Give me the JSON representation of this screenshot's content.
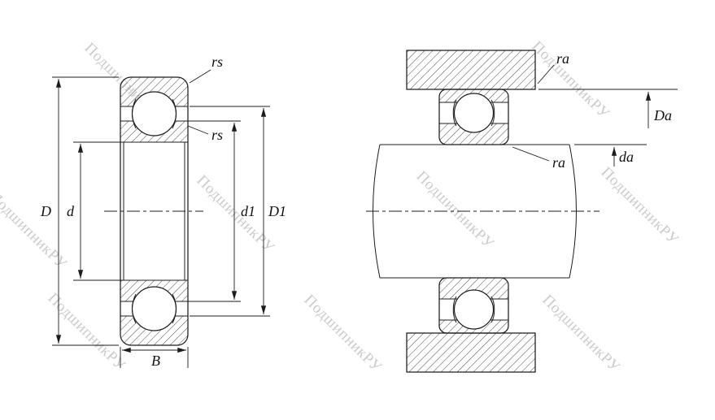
{
  "watermark": {
    "text": "ПодшипникРУ"
  },
  "colors": {
    "line": "#1c1c1c",
    "watermark": "#c2c2c2",
    "background": "#ffffff"
  },
  "left_view": {
    "labels": {
      "rs_outer": "rs",
      "rs_inner": "rs",
      "outer_diameter": "D",
      "bore_diameter": "d",
      "inner_shoulder_diameter": "d1",
      "outer_shoulder_diameter": "D1",
      "width": "B"
    }
  },
  "right_view": {
    "labels": {
      "ra_housing": "ra",
      "ra_shaft": "ra",
      "housing_shoulder_diameter": "Da",
      "shaft_shoulder_diameter": "da"
    }
  }
}
